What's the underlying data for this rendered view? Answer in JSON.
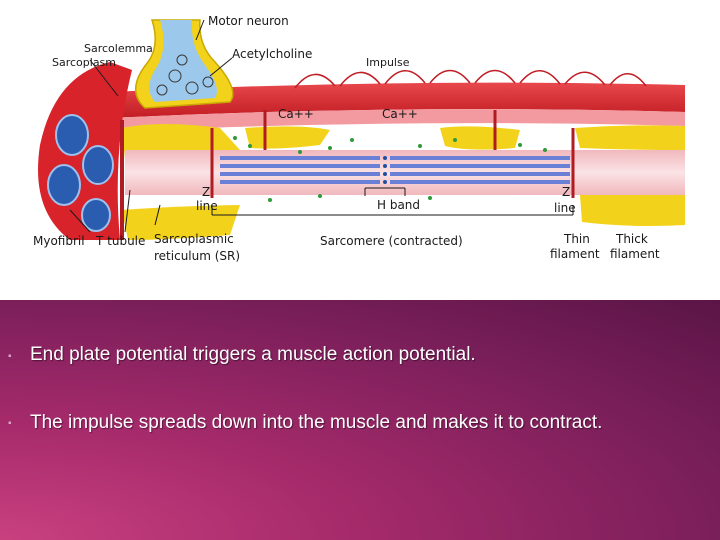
{
  "diagram": {
    "labels": {
      "motor_neuron": "Motor neuron",
      "sarcolemma": "Sarcolemma",
      "sarcoplasm": "Sarcoplasm",
      "acetylcholine": "Acetylcholine",
      "impulse": "Impulse",
      "ca_left": "Ca++",
      "ca_right": "Ca++",
      "z_line_left_1": "Z",
      "z_line_left_2": "line",
      "h_band": "H band",
      "z_line_right_1": "Z",
      "z_line_right_2": "line",
      "myofibril": "Myofibril",
      "t_tubule": "T tubule",
      "sr_1": "Sarcoplasmic",
      "sr_2": "reticulum (SR)",
      "sarcomere": "Sarcomere (contracted)",
      "thin_1": "Thin",
      "thin_2": "filament",
      "thick_1": "Thick",
      "thick_2": "filament"
    }
  },
  "bullets": [
    {
      "marker": "▪",
      "text": "End plate potential triggers a muscle action potential."
    },
    {
      "marker": "▪",
      "text": "The impulse spreads down into the muscle and makes it to contract."
    }
  ],
  "colors": {
    "slide_dark": "#5a1546",
    "slide_mid": "#a52a6b",
    "slide_light": "#c9407f",
    "muscle_red": "#d8232a",
    "nerve_yellow": "#f3d21c",
    "filament_blue": "#6a7fd6"
  }
}
